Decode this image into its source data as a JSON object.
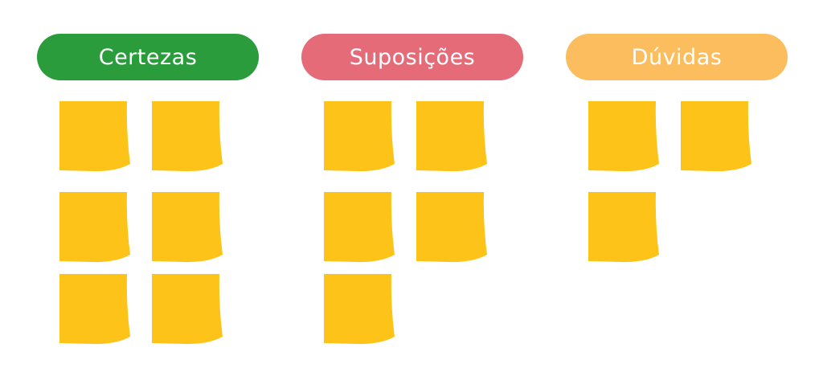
{
  "columns": [
    {
      "label": "Certezas",
      "color": "#2a9c3c",
      "notes": 6
    },
    {
      "label": "Suposições",
      "color": "#e56b79",
      "notes": 5
    },
    {
      "label": "Dúvidas",
      "color": "#fbbd5e",
      "notes": 3
    }
  ],
  "note_color": "#fdc318"
}
